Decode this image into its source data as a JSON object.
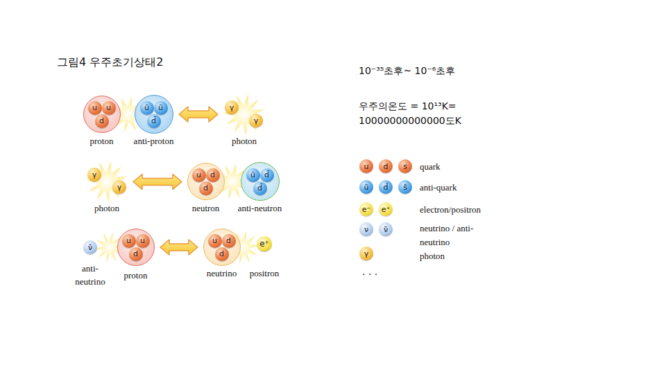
{
  "diagram": {
    "title": "그림4  우주초기상태2",
    "nodes": [
      {
        "text": [
          "proton"
        ]
      },
      {
        "text": [
          "u"
        ],
        "in": 0
      },
      {
        "text": [
          "u"
        ],
        "in": 0
      },
      {
        "text": [
          "d"
        ],
        "in": 0
      },
      {
        "text": [
          "anti-proton"
        ]
      },
      {
        "text": [
          "ū"
        ],
        "in": 4
      },
      {
        "text": [
          "ū"
        ],
        "in": 4
      },
      {
        "text": [
          "d̄"
        ],
        "in": 4
      },
      {
        "text": [
          "photon"
        ]
      },
      {
        "text": [
          "γ"
        ],
        "in": 8
      },
      {
        "text": [
          "γ"
        ],
        "in": 8
      },
      {
        "text": [
          "photon"
        ]
      },
      {
        "text": [
          "γ"
        ],
        "in": 11
      },
      {
        "text": [
          "γ"
        ],
        "in": 11
      },
      {
        "text": [
          "neutron"
        ]
      },
      {
        "text": [
          "u"
        ],
        "in": 14
      },
      {
        "text": [
          "d"
        ],
        "in": 14
      },
      {
        "text": [
          "d"
        ],
        "in": 14
      },
      {
        "text": [
          "anti-neutron"
        ]
      },
      {
        "text": [
          "ū"
        ],
        "in": 18
      },
      {
        "text": [
          "d̄"
        ],
        "in": 18
      },
      {
        "text": [
          "d̄"
        ],
        "in": 18
      },
      {
        "text": [
          "ν̄",
          "anti- neutrino"
        ]
      },
      {
        "text": [
          "proton"
        ]
      },
      {
        "text": [
          "u"
        ],
        "in": 23
      },
      {
        "text": [
          "u"
        ],
        "in": 23
      },
      {
        "text": [
          "d"
        ],
        "in": 23
      },
      {
        "text": [
          "neutrino"
        ]
      },
      {
        "text": [
          "u"
        ],
        "in": 27
      },
      {
        "text": [
          "d"
        ],
        "in": 27
      },
      {
        "text": [
          "d"
        ],
        "in": 27
      },
      {
        "text": [
          "e⁺",
          "positron"
        ]
      },
      {
        "text": [
          "u"
        ]
      },
      {
        "text": [
          "d"
        ]
      },
      {
        "text": [
          "s"
        ]
      },
      {
        "text": [
          "ū"
        ]
      },
      {
        "text": [
          "d̄"
        ]
      },
      {
        "text": [
          "s̄"
        ]
      },
      {
        "text": [
          "e⁻"
        ]
      },
      {
        "text": [
          "e⁺"
        ]
      },
      {
        "text": [
          "ν"
        ]
      },
      {
        "text": [
          "ν̄"
        ]
      },
      {
        "text": [
          "γ"
        ]
      }
    ],
    "edges": [
      {
        "from": 4,
        "to": 8,
        "arrow": "both"
      },
      {
        "from": 11,
        "to": 14,
        "arrow": "both"
      },
      {
        "from": 23,
        "to": 27,
        "arrow": "both"
      }
    ],
    "labels": [
      "10⁻³⁵초후~ 10⁻⁶초후",
      "우주의온도 = 10¹³K=",
      "10000000000000도K",
      "·  ·  ·"
    ],
    "legend": [
      {
        "text": "quark"
      },
      {
        "text": "anti-quark"
      },
      {
        "text": "electron/positron"
      },
      {
        "text": "neutrino / anti-neutrino"
      },
      {
        "text": "photon"
      }
    ]
  }
}
